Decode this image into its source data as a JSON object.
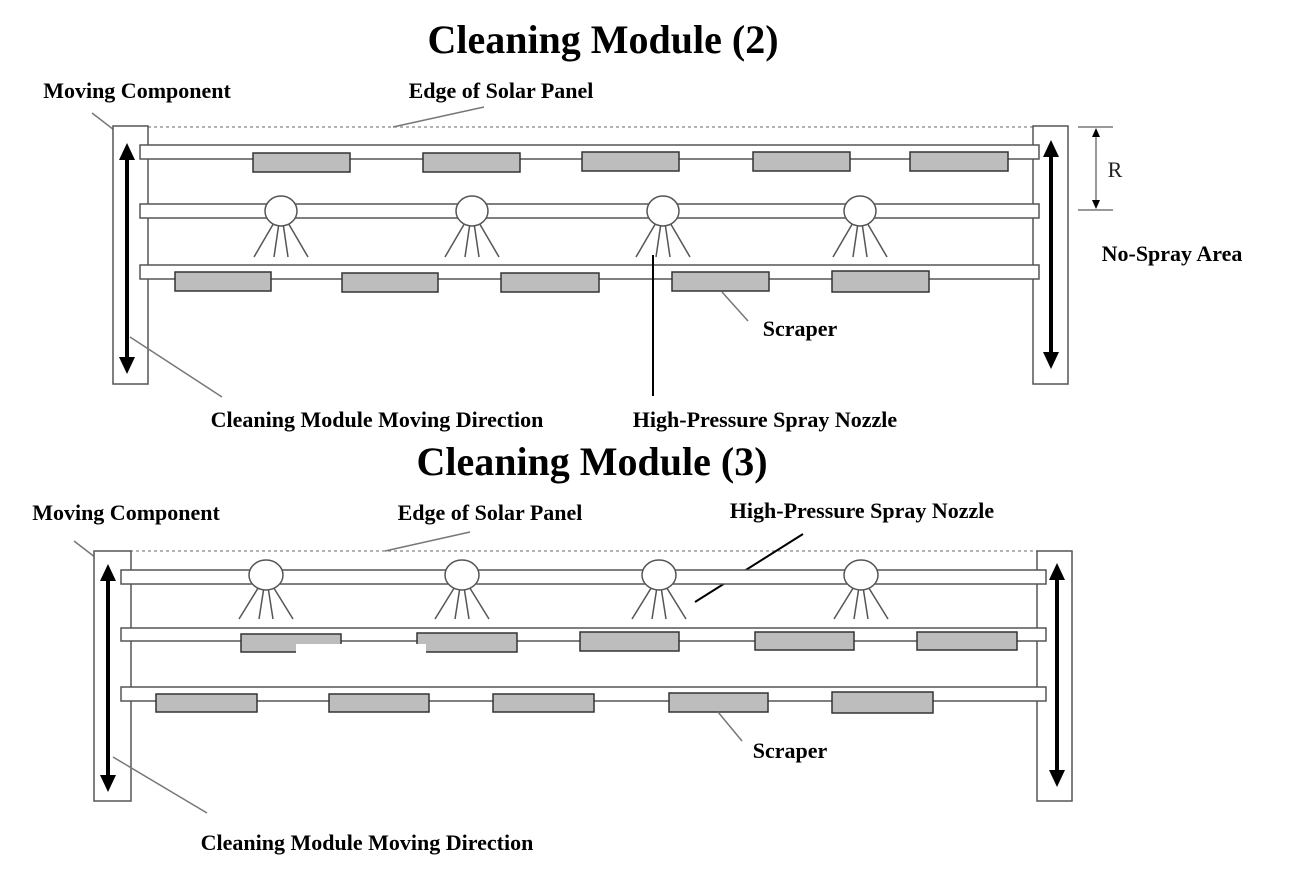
{
  "module2": {
    "title": "Cleaning Module (2)",
    "moving_component_label": "Moving Component",
    "edge_label": "Edge of Solar Panel",
    "r_label": "R",
    "no_spray_label": "No-Spray Area",
    "scraper_label": "Scraper",
    "direction_label": "Cleaning Module Moving Direction",
    "nozzle_label": "High-Pressure Spray Nozzle"
  },
  "module3": {
    "title": "Cleaning Module (3)",
    "moving_component_label": "Moving Component",
    "edge_label": "Edge of Solar Panel",
    "nozzle_label": "High-Pressure Spray Nozzle",
    "scraper_label": "Scraper",
    "direction_label": "Cleaning Module Moving Direction"
  },
  "colors": {
    "scraper_fill": "#bdbdbd",
    "outline": "#555555",
    "arrow": "#000000"
  }
}
